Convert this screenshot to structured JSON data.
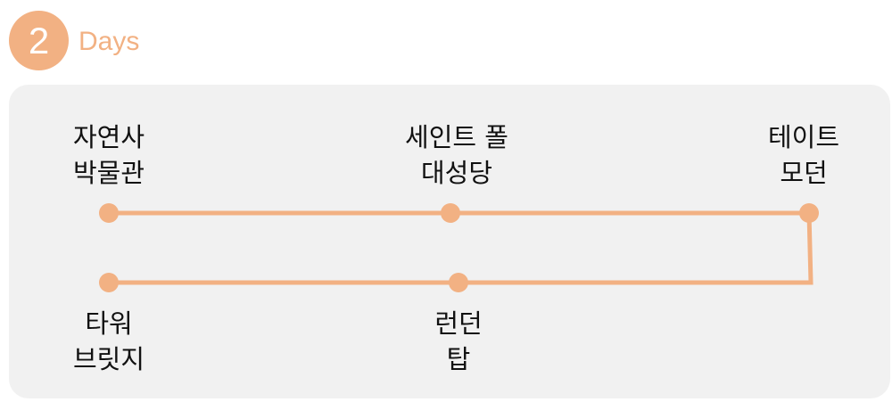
{
  "header": {
    "day_number": "2",
    "day_label": "Days"
  },
  "accent_color": "#F2B183",
  "stops": [
    {
      "name": "자연사\n박물관"
    },
    {
      "name": "세인트 폴\n대성당"
    },
    {
      "name": "테이트\n모던"
    },
    {
      "name": "런던\n탑"
    },
    {
      "name": "타워\n브릿지"
    }
  ]
}
